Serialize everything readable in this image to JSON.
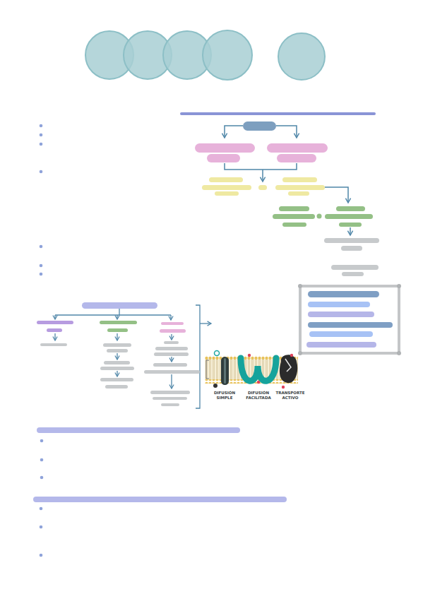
{
  "diagram": {
    "labels": [
      "DIFUSIÓN SIMPLE",
      "DIFUSIÓN FACILITADA",
      "TRANSPORTE ACTIVO"
    ]
  }
}
